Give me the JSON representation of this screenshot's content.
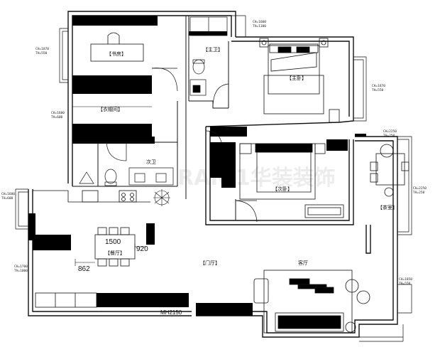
{
  "rooms": {
    "study": "【书房】",
    "master_bath": "【主卫】",
    "master_bedroom": "【主卧】",
    "cloakroom": "【衣帽间】",
    "second_bath": "次卫",
    "second_bedroom": "【次卧】",
    "tea_room": "【茶室】",
    "dining": "【餐厅】",
    "foyer": "【门厅】",
    "living": "客厅"
  },
  "dimensions": {
    "d1500": "1500",
    "d920": "920",
    "d862": "862",
    "mh": "MH2150"
  },
  "window_notes": {
    "top": [
      "CH=1600",
      "TH=1100"
    ],
    "study_left": [
      "CH=1870",
      "TH=550"
    ],
    "master_right": [
      "CH=1870",
      "TH=550"
    ],
    "left_mid": [
      "CH=1600",
      "TH=600"
    ],
    "tea_top": [
      "CH=2250",
      "TH=250"
    ],
    "tea_right": [
      "CH=2250",
      "TH=250"
    ],
    "kitchen_left": [
      "CH=1600",
      "TH=600"
    ],
    "dining_left": [
      "CH=1700",
      "TH=1000"
    ],
    "living_right": [
      "CH=1850",
      "TH=550"
    ]
  },
  "watermark": "RAN 1华装装饰"
}
